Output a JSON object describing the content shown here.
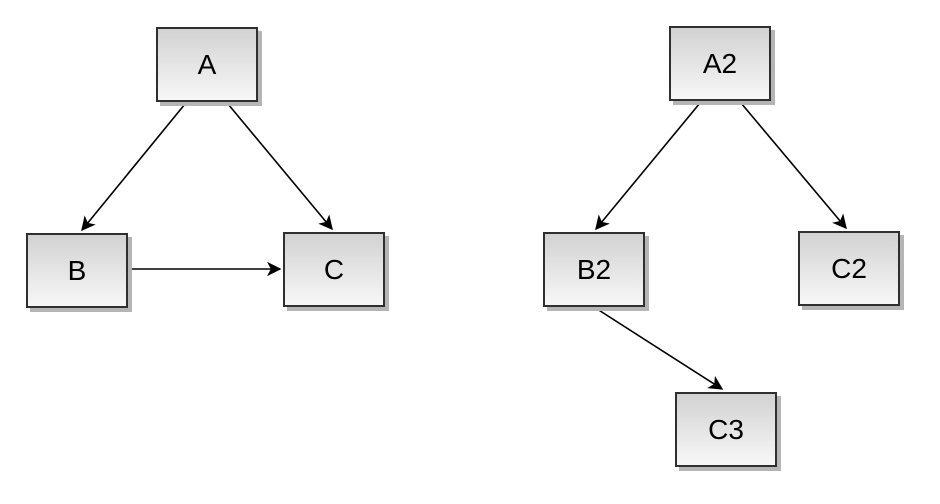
{
  "diagram": {
    "type": "directed-graph",
    "background_color": "#ffffff",
    "node_style": {
      "fill_top": "#d2d2d2",
      "fill_bottom": "#f7f7f7",
      "border_color": "#2f2f2f",
      "shadow_color": "#b5b5b5",
      "text_color": "#000000"
    },
    "edge_style": {
      "color": "#000000",
      "arrowhead": "filled-barbed"
    },
    "nodes": [
      {
        "id": "A",
        "label": "A"
      },
      {
        "id": "B",
        "label": "B"
      },
      {
        "id": "C",
        "label": "C"
      },
      {
        "id": "A2",
        "label": "A2"
      },
      {
        "id": "B2",
        "label": "B2"
      },
      {
        "id": "C2",
        "label": "C2"
      },
      {
        "id": "C3",
        "label": "C3"
      }
    ],
    "graphs": [
      {
        "name": "left-graph",
        "node_ids": [
          "A",
          "B",
          "C"
        ],
        "edges": [
          {
            "from": "A",
            "to": "B"
          },
          {
            "from": "A",
            "to": "C"
          },
          {
            "from": "B",
            "to": "C"
          }
        ]
      },
      {
        "name": "right-graph",
        "node_ids": [
          "A2",
          "B2",
          "C2",
          "C3"
        ],
        "edges": [
          {
            "from": "A2",
            "to": "B2"
          },
          {
            "from": "A2",
            "to": "C2"
          },
          {
            "from": "B2",
            "to": "C3"
          }
        ]
      }
    ]
  }
}
